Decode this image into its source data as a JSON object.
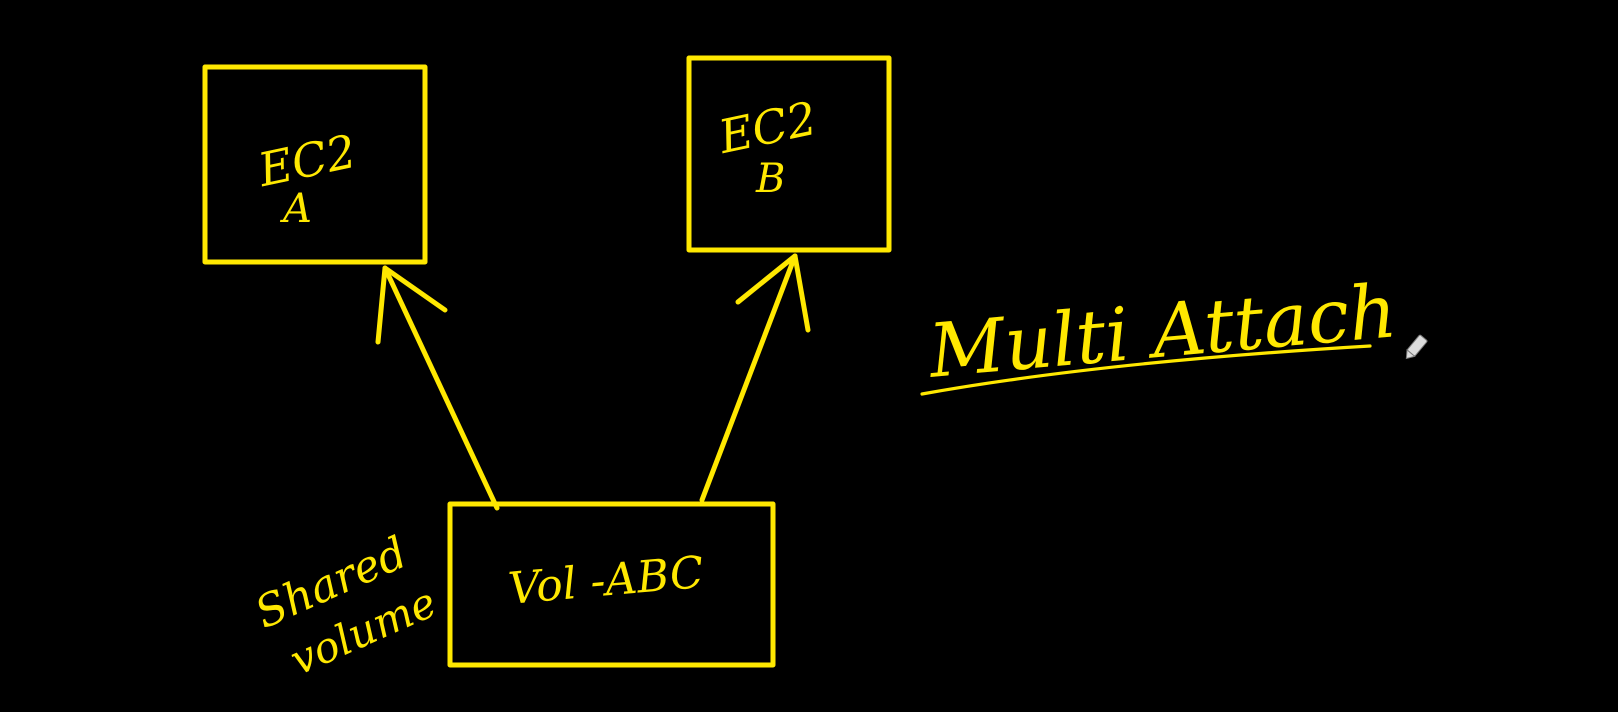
{
  "diagram": {
    "ink_color": "#ffe800",
    "background_color": "#000000",
    "nodes": {
      "ec2_a": {
        "line1": "EC2",
        "line2": "A"
      },
      "ec2_b": {
        "line1": "EC2",
        "line2": "B"
      },
      "volume": {
        "label": "Vol -ABC"
      }
    },
    "annotations": {
      "shared_volume": {
        "line1": "Shared",
        "line2": "volume"
      },
      "multi_attach": "Multi Attach"
    },
    "edges": [
      {
        "from": "volume",
        "to": "ec2_a"
      },
      {
        "from": "volume",
        "to": "ec2_b"
      }
    ],
    "cursor_icon": "pen-tool-icon"
  }
}
